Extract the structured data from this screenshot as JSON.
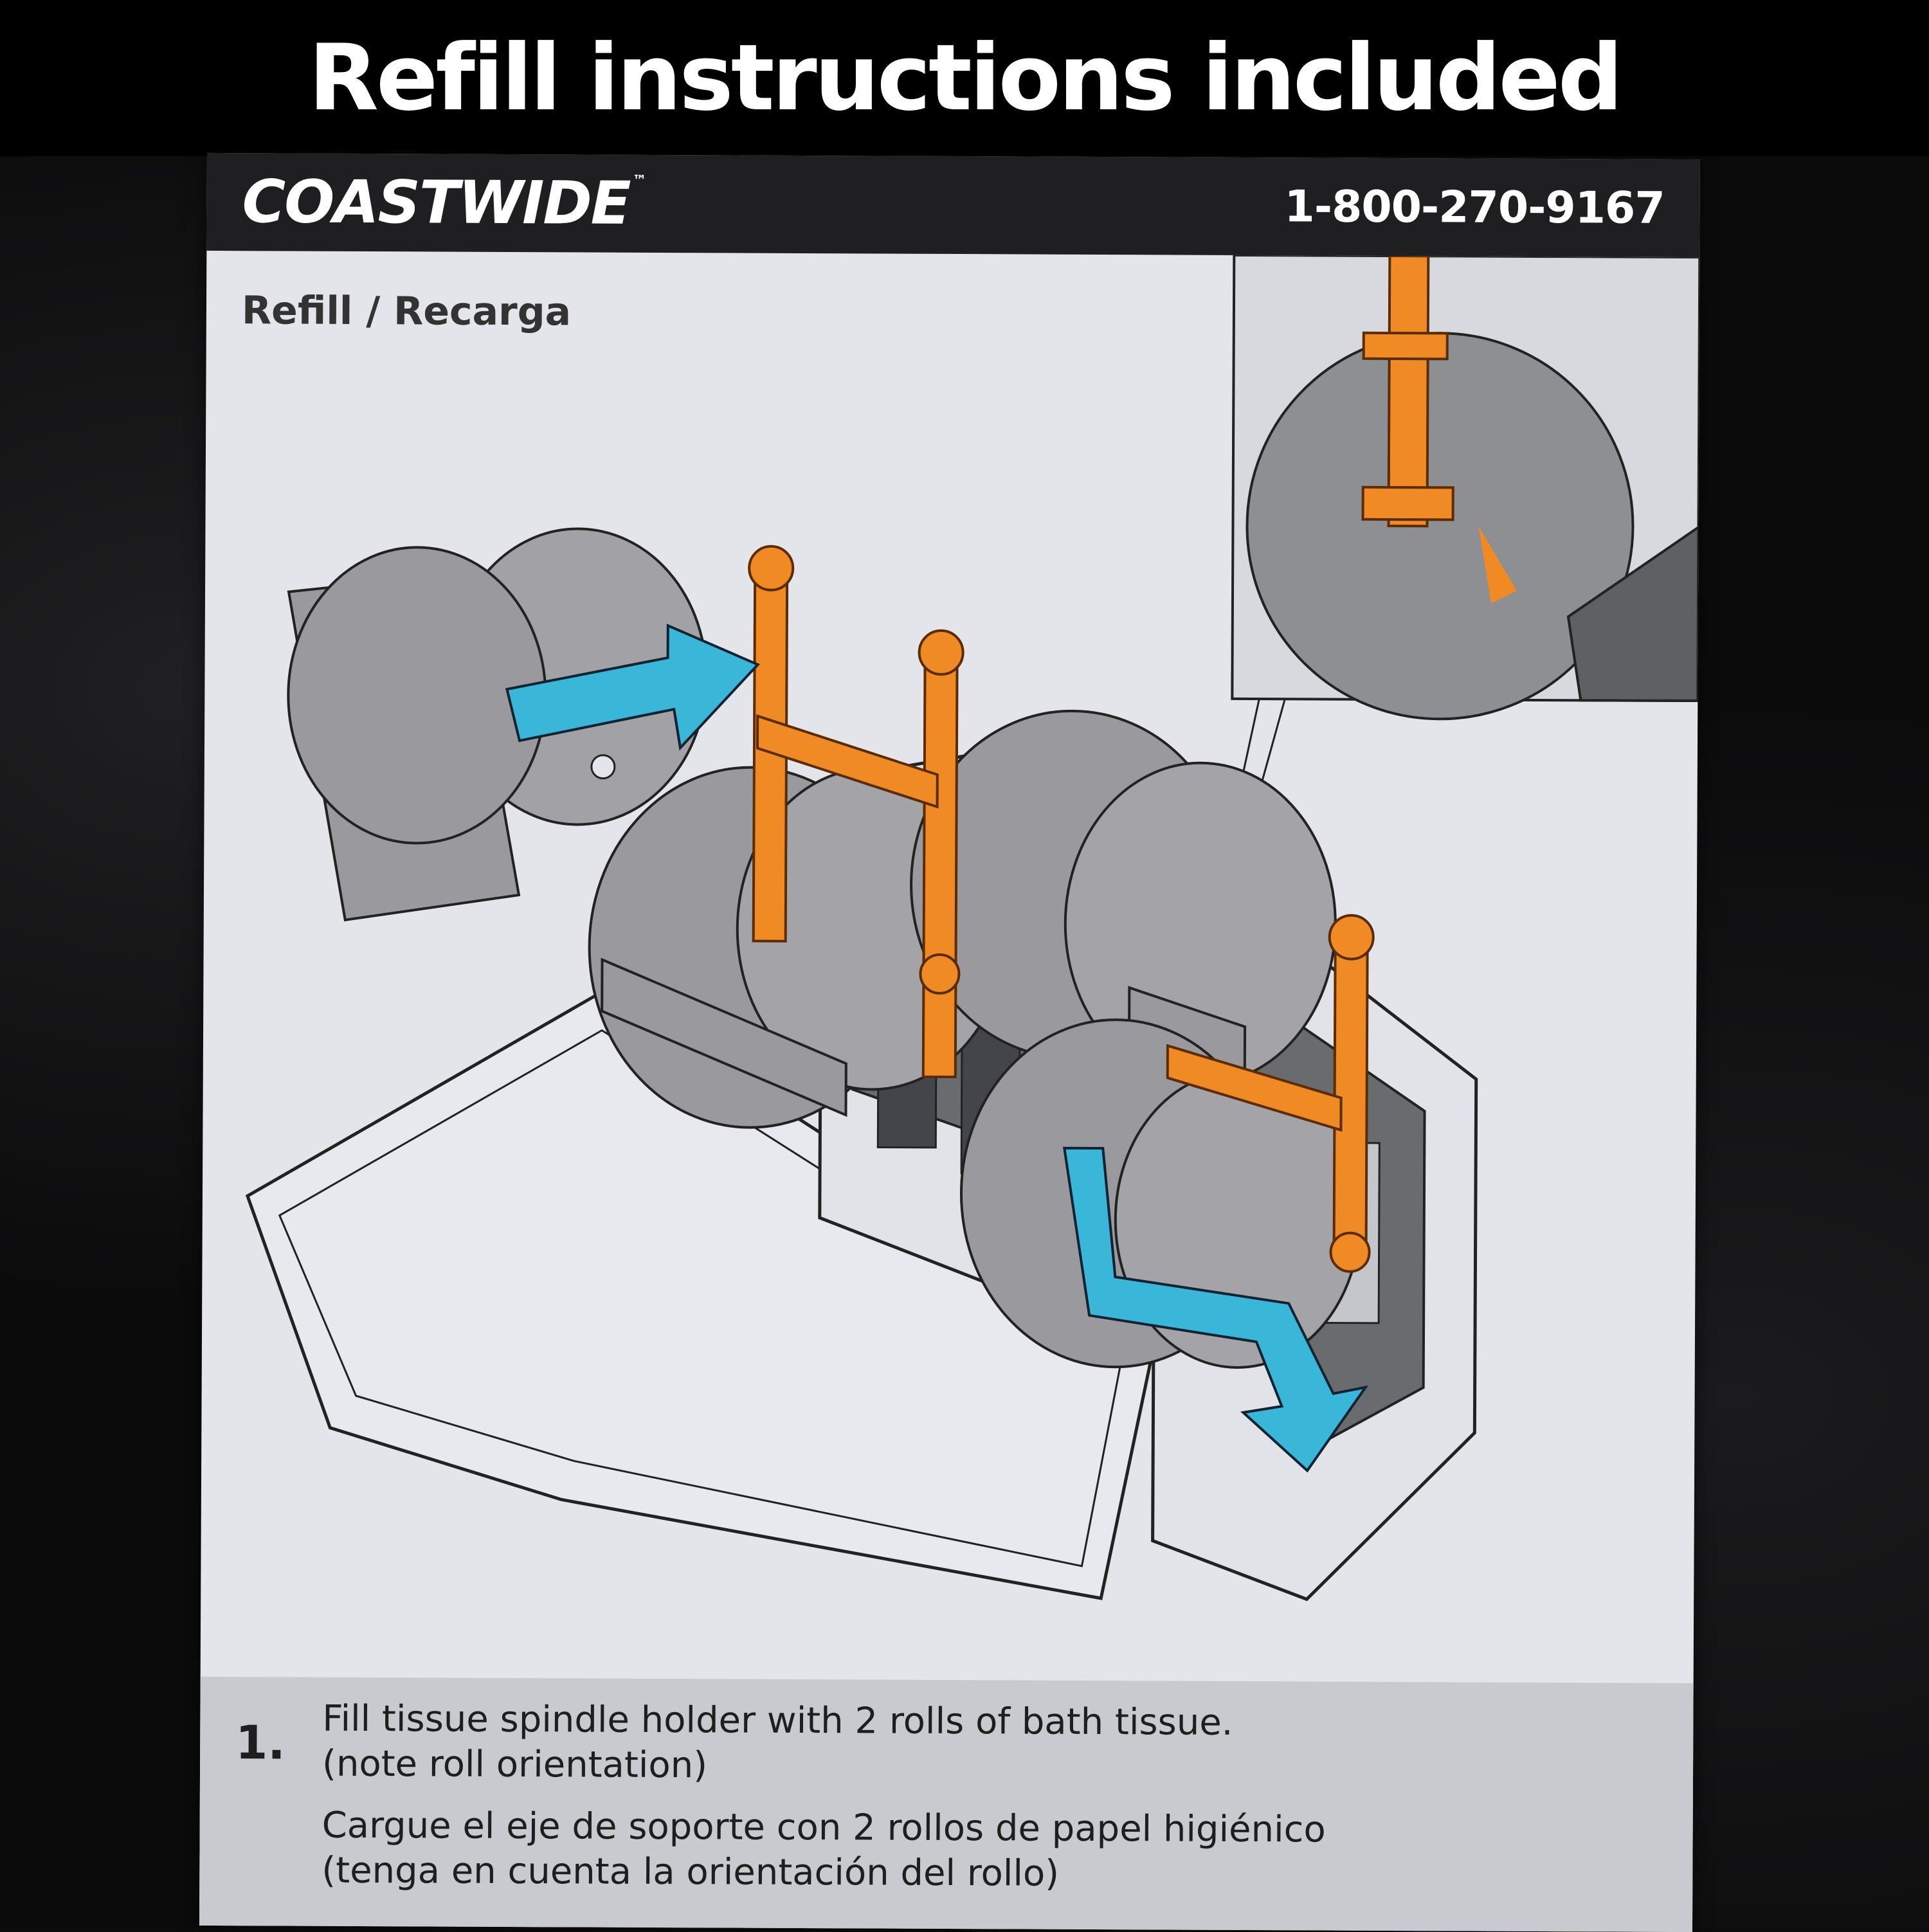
{
  "banner": {
    "text": "Refill instructions included"
  },
  "card": {
    "brand": "COASTWIDE",
    "brand_tm": "™",
    "phone": "1-800-270-9167",
    "subtitle": "Refill / Recarga",
    "step": {
      "number": "1.",
      "en_line1": "Fill tissue spindle holder with 2 rolls of bath tissue.",
      "en_line2": "(note roll orientation)",
      "es_line1": "Cargue el eje de soporte con 2 rollos de papel higiénico",
      "es_line2": "(tenga en cuenta la orientación del rollo)"
    }
  },
  "colors": {
    "spindle": "#f08a24",
    "arrow": "#3ab7d8",
    "paper": "#9a9a9e",
    "card": "#e4e5ea"
  }
}
